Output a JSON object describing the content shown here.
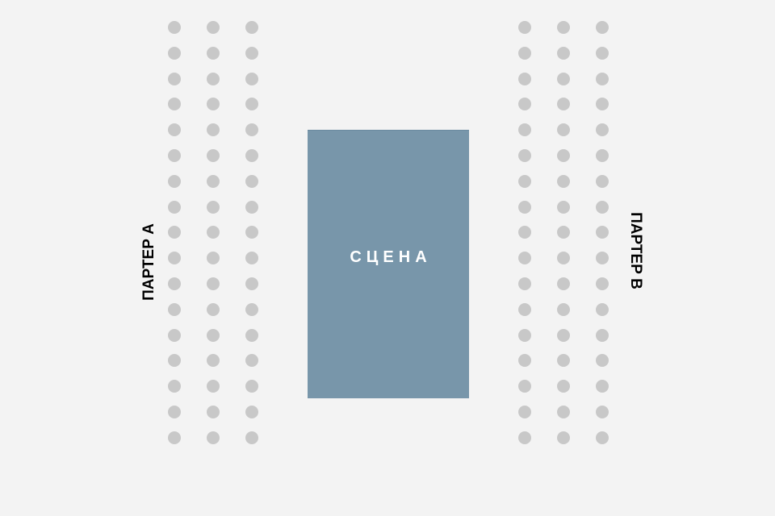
{
  "stage": {
    "label": "СЦЕНА",
    "color": "#7896aa"
  },
  "sectors": [
    {
      "label": "ПАРТЕР А",
      "rows": 17,
      "seats_per_row": 3
    },
    {
      "label": "ПАРТЕР В",
      "rows": 17,
      "seats_per_row": 3
    }
  ],
  "colors": {
    "background": "#f3f3f3",
    "seat": "#c8c8c8"
  }
}
